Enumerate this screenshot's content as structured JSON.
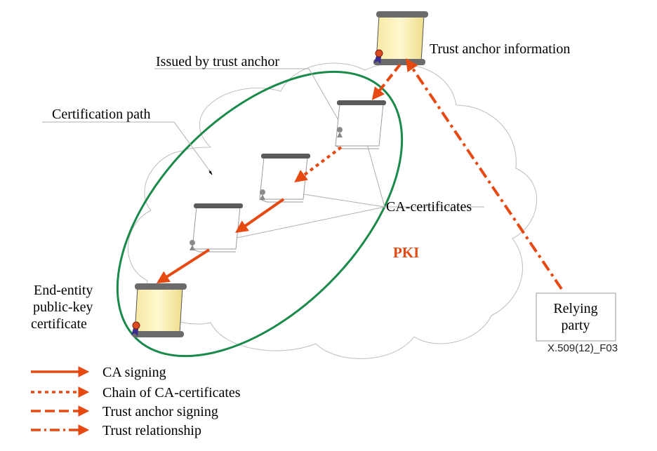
{
  "labels": {
    "trust_anchor_info": "Trust anchor information",
    "issued_by": "Issued by trust anchor",
    "cert_path": "Certification path",
    "ca_certs": "CA-certificates",
    "pki": "PKI",
    "end_entity_l1": "End-entity",
    "end_entity_l2": "public-key",
    "end_entity_l3": "certificate",
    "relying_l1": "Relying",
    "relying_l2": "party",
    "figure_id": "X.509(12)_F03"
  },
  "legend": [
    {
      "label": "CA signing",
      "style": "solid"
    },
    {
      "label": "Chain of CA-certificates",
      "style": "dotted"
    },
    {
      "label": "Trust anchor signing",
      "style": "dashed"
    },
    {
      "label": "Trust relationship",
      "style": "dashdot"
    }
  ],
  "colors": {
    "arrow": "#e64a12",
    "ellipse": "#1a8a4a",
    "cloud": "#bdbdbd",
    "scroll_fill": "#fbf2b6",
    "pki_text": "#e64a12"
  },
  "icons": [
    "scroll-icon",
    "seal-icon",
    "arrowhead-icon"
  ]
}
